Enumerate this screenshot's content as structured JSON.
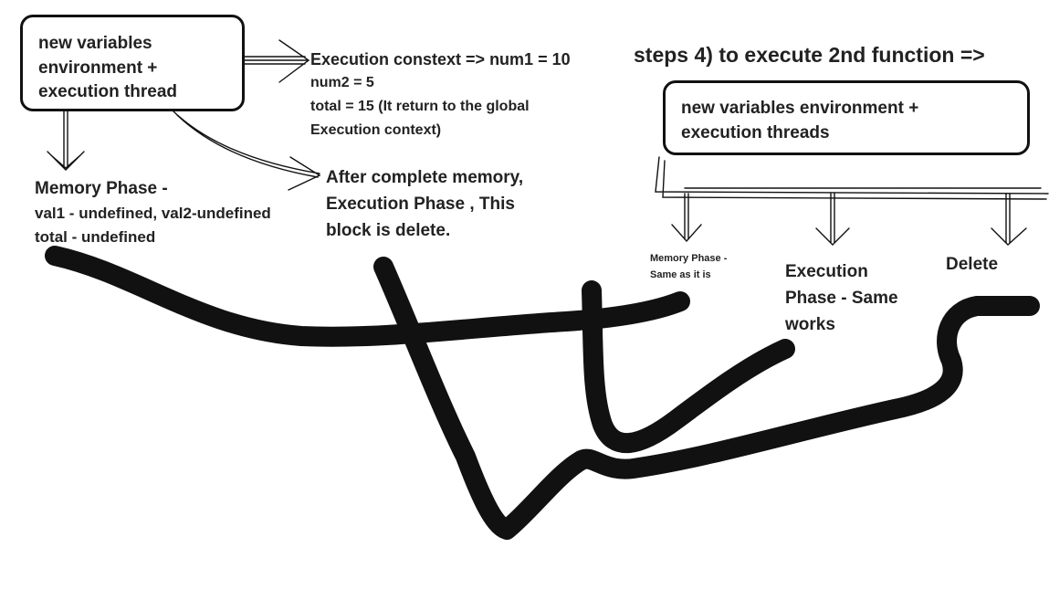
{
  "left_box": {
    "lines": [
      "new variables",
      "environment +",
      "execution thread"
    ]
  },
  "execution_context": {
    "lines": [
      "Execution constext => num1 = 10",
      "num2 = 5",
      "total = 15  (It return to the global",
      "Execution context)"
    ]
  },
  "memory_phase_left": {
    "title": "Memory Phase -",
    "lines": [
      "val1 - undefined, val2-undefined",
      "total - undefined"
    ]
  },
  "after_complete": {
    "lines": [
      "After complete memory,",
      "Execution Phase , This",
      "block is delete."
    ]
  },
  "steps_title": "steps 4) to execute 2nd function =>",
  "right_box": {
    "lines": [
      "new variables environment +",
      "execution threads"
    ]
  },
  "memory_phase_right": {
    "lines": [
      "Memory Phase  -",
      "Same as it is"
    ]
  },
  "execution_phase_right": {
    "lines": [
      "Execution",
      "Phase - Same",
      "works"
    ]
  },
  "delete_label": "Delete",
  "colors": {
    "ink": "#111111",
    "text": "#222222",
    "background": "#ffffff"
  }
}
